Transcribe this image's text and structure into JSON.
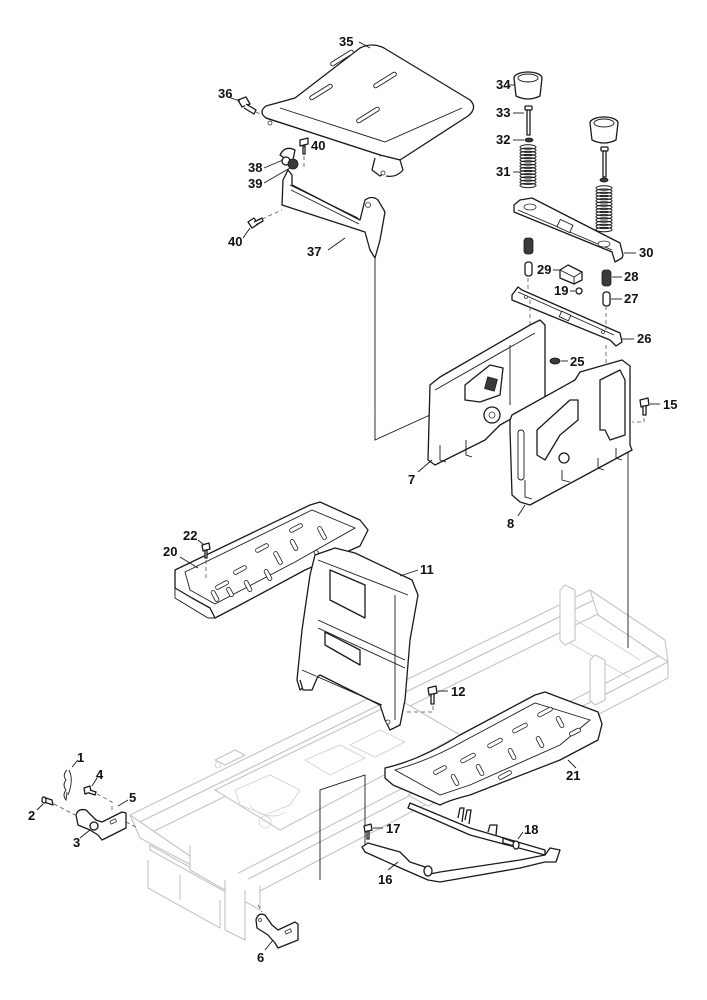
{
  "diagram": {
    "type": "exploded-parts-diagram",
    "subject": "seat support, seat plates, footboards and frame",
    "callouts": [
      {
        "id": "1",
        "part": "hairpin-clip"
      },
      {
        "id": "2",
        "part": "pin"
      },
      {
        "id": "3",
        "part": "bushing"
      },
      {
        "id": "4",
        "part": "screw"
      },
      {
        "id": "5",
        "part": "bracket"
      },
      {
        "id": "6",
        "part": "bracket"
      },
      {
        "id": "7",
        "part": "side-panel-left"
      },
      {
        "id": "8",
        "part": "side-panel-right"
      },
      {
        "id": "11",
        "part": "seat-support-console"
      },
      {
        "id": "12",
        "part": "screw"
      },
      {
        "id": "15",
        "part": "screw"
      },
      {
        "id": "16",
        "part": "footboard-support-tube"
      },
      {
        "id": "17",
        "part": "screw"
      },
      {
        "id": "18",
        "part": "bolt"
      },
      {
        "id": "19",
        "part": "screw"
      },
      {
        "id": "20",
        "part": "footboard-left"
      },
      {
        "id": "21",
        "part": "footboard-right"
      },
      {
        "id": "22",
        "part": "screw"
      },
      {
        "id": "25",
        "part": "nut"
      },
      {
        "id": "26",
        "part": "lower-bracket-channel"
      },
      {
        "id": "27",
        "part": "pin"
      },
      {
        "id": "28",
        "part": "spring-small"
      },
      {
        "id": "29",
        "part": "switch"
      },
      {
        "id": "30",
        "part": "upper-bracket-channel"
      },
      {
        "id": "31",
        "part": "spring"
      },
      {
        "id": "32",
        "part": "washer"
      },
      {
        "id": "33",
        "part": "bolt"
      },
      {
        "id": "34",
        "part": "cap"
      },
      {
        "id": "35",
        "part": "seat-plate"
      },
      {
        "id": "36",
        "part": "screw"
      },
      {
        "id": "37",
        "part": "seat-hinge-bracket"
      },
      {
        "id": "38",
        "part": "bushing"
      },
      {
        "id": "39",
        "part": "bushing-dark"
      },
      {
        "id": "40",
        "part": "screw"
      }
    ],
    "labels": {
      "l1": "1",
      "l2": "2",
      "l3": "3",
      "l4": "4",
      "l5": "5",
      "l6": "6",
      "l7": "7",
      "l8": "8",
      "l11": "11",
      "l12": "12",
      "l15": "15",
      "l16": "16",
      "l17": "17",
      "l18": "18",
      "l19": "19",
      "l20": "20",
      "l21": "21",
      "l22": "22",
      "l25": "25",
      "l26": "26",
      "l27": "27",
      "l28": "28",
      "l29": "29",
      "l30": "30",
      "l31": "31",
      "l32": "32",
      "l33": "33",
      "l34": "34",
      "l35": "35",
      "l36": "36",
      "l37": "37",
      "l38": "38",
      "l39": "39",
      "l40a": "40",
      "l40b": "40"
    },
    "colors": {
      "line": "#1a1a1a",
      "ghost_frame": "#c4c4c4",
      "background": "#ffffff"
    }
  }
}
